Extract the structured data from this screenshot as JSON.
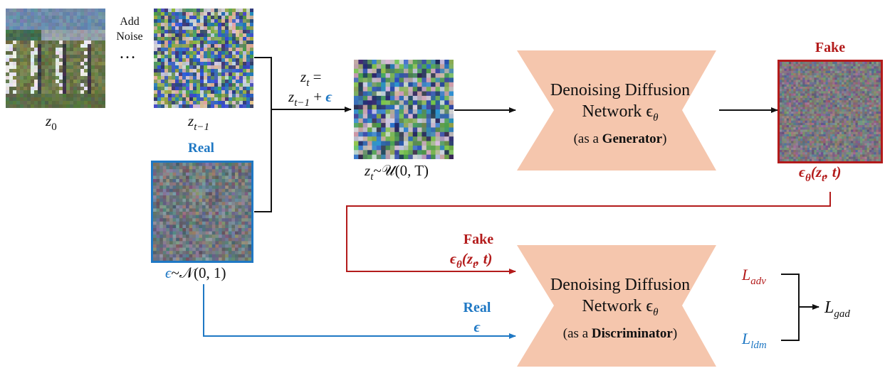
{
  "colors": {
    "fake": "#b31b1b",
    "real": "#1f78c4",
    "network_fill": "#f5c6ad",
    "arrow": "#111111"
  },
  "labels": {
    "add_noise_line1": "Add",
    "add_noise_line2": "Noise",
    "ellipsis": "…",
    "z0": "z",
    "z0_sub": "0",
    "zt1": "z",
    "zt1_sub": "t−1",
    "real_top": "Real",
    "eps_dist": "ϵ",
    "eps_dist_rest": "~𝒩(0, 1)",
    "zt_eq_line1_a": "z",
    "zt_eq_line1_sub": "t",
    "zt_eq_line1_b": " =",
    "zt_eq_line2_a": "z",
    "zt_eq_line2_sub": "t−1",
    "zt_eq_line2_b": " + ",
    "zt_eq_line2_eps": "ϵ",
    "zt_dist_a": "z",
    "zt_dist_sub": "t",
    "zt_dist_b": "~𝒰(0, T)",
    "fake_top": "Fake",
    "fake_top_eps": "ϵ",
    "fake_top_eps_sub": "θ",
    "fake_top_eps_rest": "(z",
    "fake_top_eps_rest_sub": "t",
    "fake_top_eps_end": ", t)",
    "fake_mid": "Fake",
    "fake_mid_eps": "ϵ",
    "fake_mid_eps_sub": "θ",
    "fake_mid_eps_rest": "(z",
    "fake_mid_eps_rest_sub": "t",
    "fake_mid_eps_end": ", t)",
    "real_bottom": "Real",
    "real_bottom_eps": "ϵ",
    "gen_line1": "Denoising Diffusion",
    "gen_line2": "Network ϵ",
    "gen_line2_sub": "θ",
    "gen_line3_a": "(as a ",
    "gen_line3_b": "Generator",
    "gen_line3_c": ")",
    "disc_line1": "Denoising Diffusion",
    "disc_line2": "Network ϵ",
    "disc_line2_sub": "θ",
    "disc_line3_a": "(as a ",
    "disc_line3_b": "Discriminator",
    "disc_line3_c": ")",
    "l_adv": "L",
    "l_adv_sub": "adv",
    "l_ldm": "L",
    "l_ldm_sub": "ldm",
    "l_gad": "L",
    "l_gad_sub": "gad"
  }
}
